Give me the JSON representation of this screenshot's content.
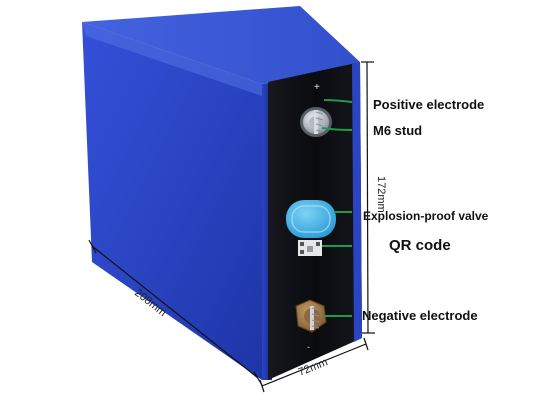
{
  "terminals": {
    "positive_sign": "+",
    "negative_sign": "-"
  },
  "callouts": {
    "positive_electrode": "Positive electrode",
    "m6_stud": "M6 stud",
    "explosion_proof_valve": "Explosion-proof valve",
    "qr_code": "QR code",
    "negative_electrode": "Negative electrode"
  },
  "dimensions": {
    "height": "172mm",
    "length": "208mm",
    "width": "72mm"
  },
  "colors": {
    "body_side": "#2d48c8",
    "body_top": "#3a58d8",
    "front_panel": "#0b0d12",
    "leader_line": "#1a9c4a",
    "valve": "#3aaee6",
    "negative_terminal": "#a07a4a",
    "positive_terminal": "#c8cdd4"
  }
}
